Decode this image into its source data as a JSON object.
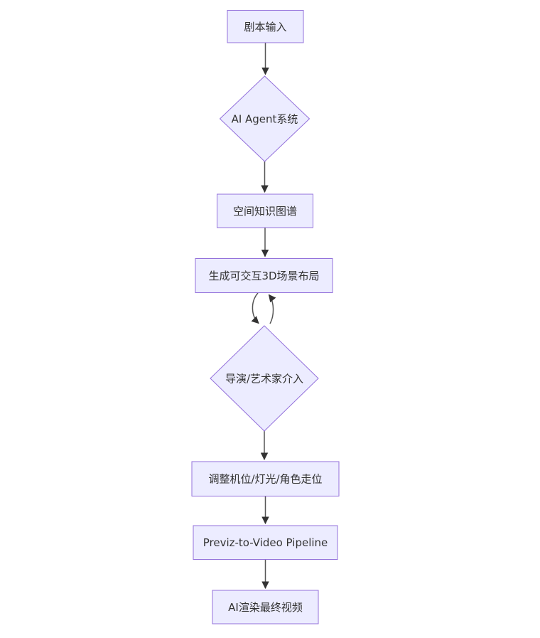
{
  "diagram": {
    "type": "flowchart",
    "direction": "top-down",
    "nodes": [
      {
        "id": "A",
        "shape": "rect",
        "label": "剧本输入"
      },
      {
        "id": "B",
        "shape": "diamond",
        "label": "AI Agent系统"
      },
      {
        "id": "C",
        "shape": "rect",
        "label": "空间知识图谱"
      },
      {
        "id": "D",
        "shape": "rect",
        "label": "生成可交互3D场景布局"
      },
      {
        "id": "E",
        "shape": "diamond",
        "label": "导演/艺术家介入"
      },
      {
        "id": "F",
        "shape": "rect",
        "label": "调整机位/灯光/角色走位"
      },
      {
        "id": "G",
        "shape": "rect",
        "label": "Previz-to-Video Pipeline"
      },
      {
        "id": "H",
        "shape": "rect",
        "label": "AI渲染最终视频"
      }
    ],
    "edges": [
      {
        "from": "A",
        "to": "B",
        "style": "straight-arrow"
      },
      {
        "from": "B",
        "to": "C",
        "style": "straight-arrow"
      },
      {
        "from": "C",
        "to": "D",
        "style": "straight-arrow"
      },
      {
        "from": "D",
        "to": "E",
        "style": "curved-arrow"
      },
      {
        "from": "E",
        "to": "D",
        "style": "curved-arrow"
      },
      {
        "from": "E",
        "to": "F",
        "style": "straight-arrow"
      },
      {
        "from": "F",
        "to": "G",
        "style": "straight-arrow"
      },
      {
        "from": "G",
        "to": "H",
        "style": "straight-arrow"
      }
    ],
    "colors": {
      "node_fill": "#ECECFF",
      "node_border": "#9370DB",
      "edge_line": "#555555",
      "arrowhead": "#333333",
      "text": "#333333",
      "background": "#ffffff"
    }
  }
}
